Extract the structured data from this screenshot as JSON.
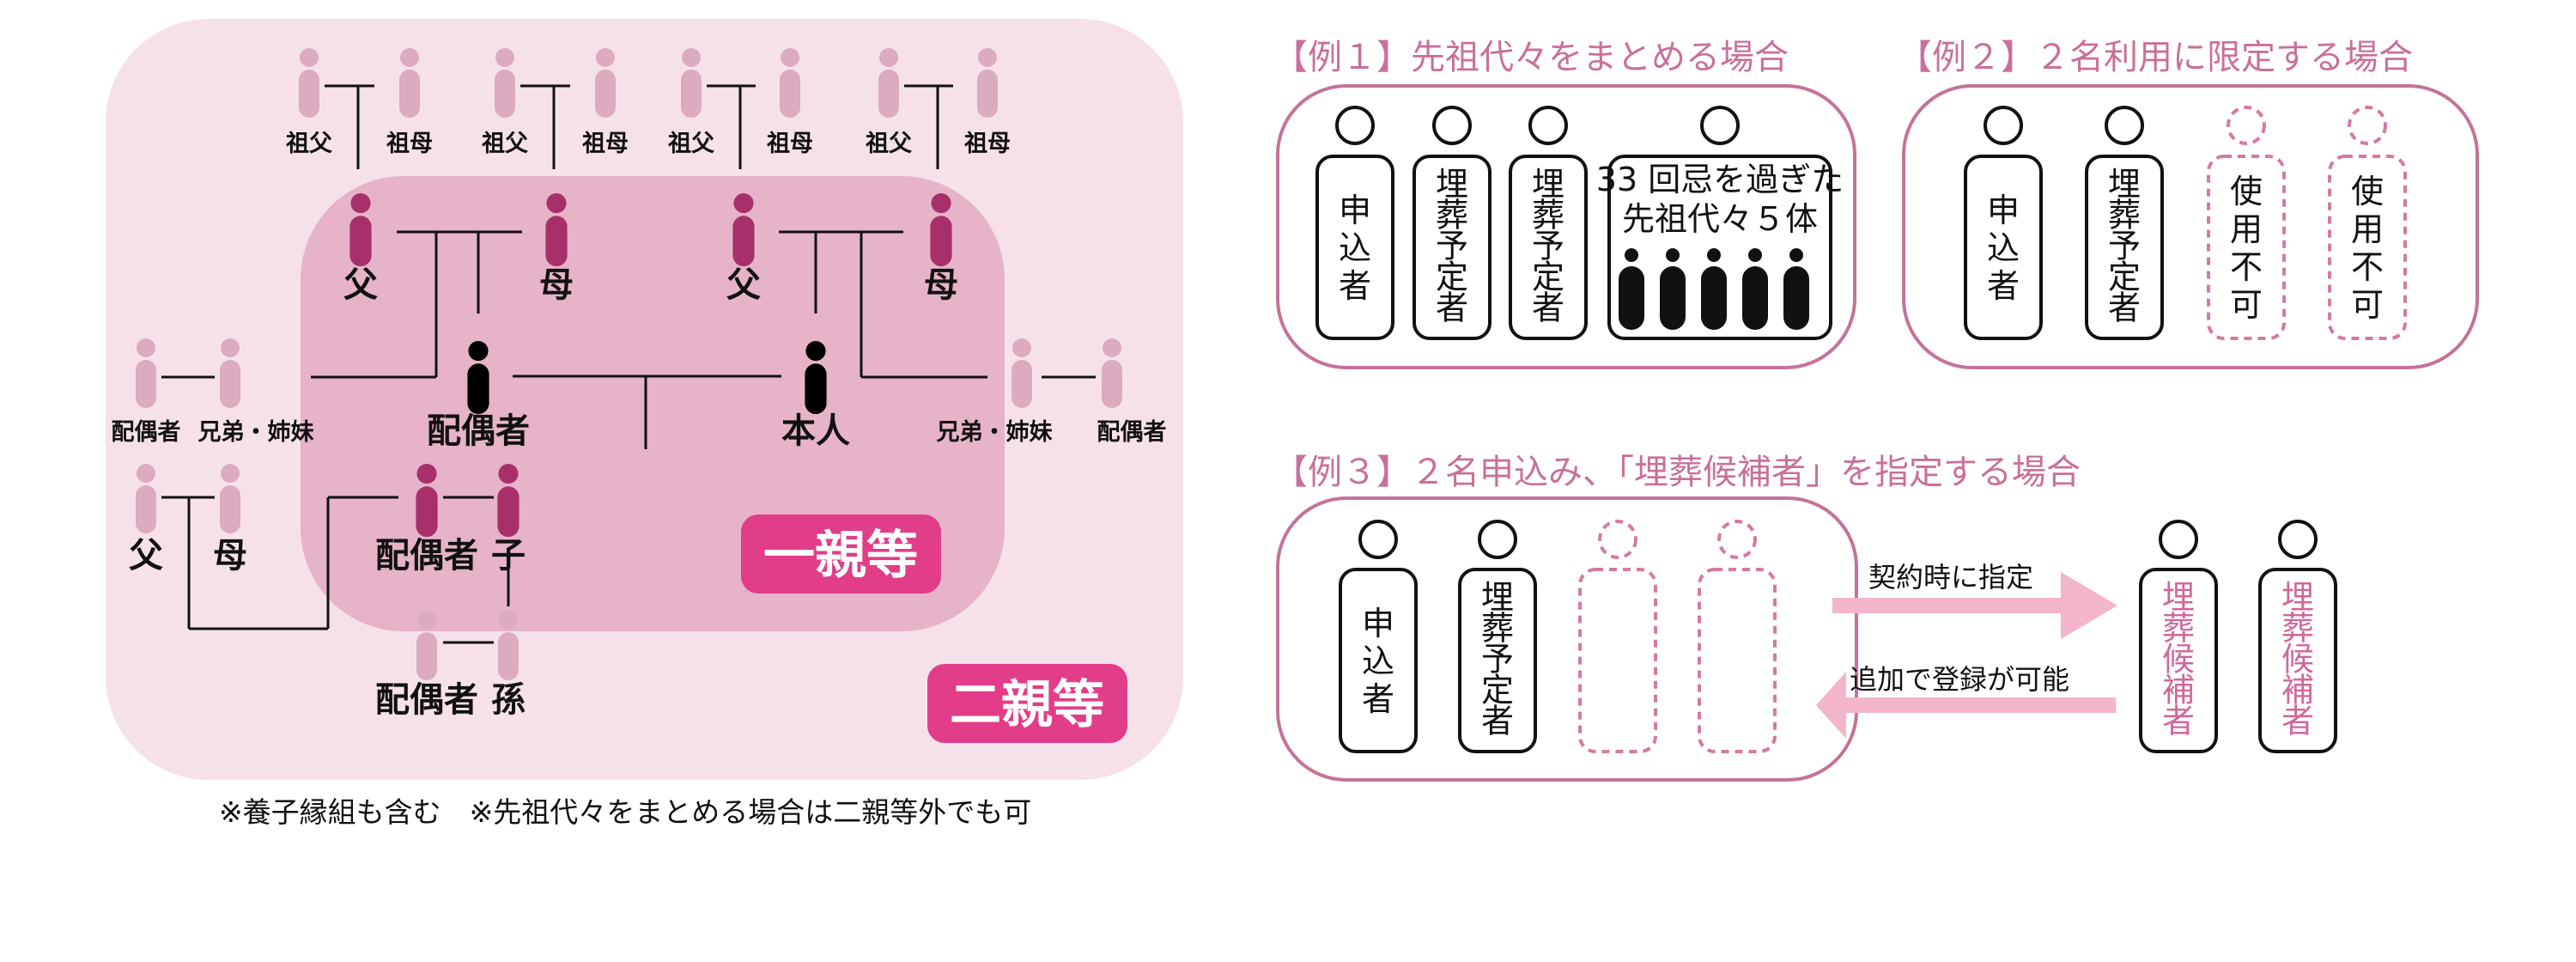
{
  "colors": {
    "outer_bg": "#f6e1ea",
    "inner_bg": "#e6b3c9",
    "light_person": "#dcabc0",
    "first_degree_person": "#a8306a",
    "self_person": "#000000",
    "badge": "#e23d89",
    "title": "#c9709a",
    "panel_border": "#c47399",
    "dashed": "#d47aa3",
    "arrow": "#f2b5cc",
    "candidate_text": "#d0689a"
  },
  "family_tree": {
    "grandparents": [
      {
        "label": "祖父"
      },
      {
        "label": "祖母"
      },
      {
        "label": "祖父"
      },
      {
        "label": "祖母"
      },
      {
        "label": "祖父"
      },
      {
        "label": "祖母"
      },
      {
        "label": "祖父"
      },
      {
        "label": "祖母"
      }
    ],
    "parents_spouse_side": {
      "father": "父",
      "mother": "母"
    },
    "parents_self_side": {
      "father": "父",
      "mother": "母"
    },
    "spouse": "配偶者",
    "self": "本人",
    "left_siblings": {
      "spouse": "配偶者",
      "sibling": "兄弟・姉妹"
    },
    "right_siblings": {
      "sibling": "兄弟・姉妹",
      "spouse": "配偶者"
    },
    "step_parents": {
      "father": "父",
      "mother": "母"
    },
    "child_row": {
      "spouse": "配偶者",
      "child": "子"
    },
    "grandchild_row": {
      "spouse": "配偶者",
      "grandchild": "孫"
    },
    "badge_first_degree": "一親等",
    "badge_second_degree": "二親等",
    "note": "※養子縁組も含む　※先祖代々をまとめる場合は二親等外でも可"
  },
  "example1": {
    "title": "【例１】先祖代々をまとめる場合",
    "tags": [
      {
        "text": "申込者"
      },
      {
        "text": "埋葬予定者"
      },
      {
        "text": "埋葬予定者"
      }
    ],
    "ancestors_line1": "33 回忌を過ぎた",
    "ancestors_line2": "先祖代々５体",
    "ancestor_count": 5
  },
  "example2": {
    "title": "【例２】２名利用に限定する場合",
    "tags": [
      {
        "text": "申込者",
        "style": "solid"
      },
      {
        "text": "埋葬予定者",
        "style": "solid"
      },
      {
        "text": "使用不可",
        "style": "dashed"
      },
      {
        "text": "使用不可",
        "style": "dashed"
      }
    ]
  },
  "example3": {
    "title": "【例３】２名申込み、「埋葬候補者」を指定する場合",
    "tags": [
      {
        "text": "申込者",
        "style": "solid"
      },
      {
        "text": "埋葬予定者",
        "style": "solid"
      },
      {
        "text": "",
        "style": "dashed"
      },
      {
        "text": "",
        "style": "dashed"
      }
    ],
    "arrow_right_label": "契約時に指定",
    "arrow_left_label": "追加で登録が可能",
    "candidates": [
      {
        "text": "埋葬候補者"
      },
      {
        "text": "埋葬候補者"
      }
    ]
  }
}
